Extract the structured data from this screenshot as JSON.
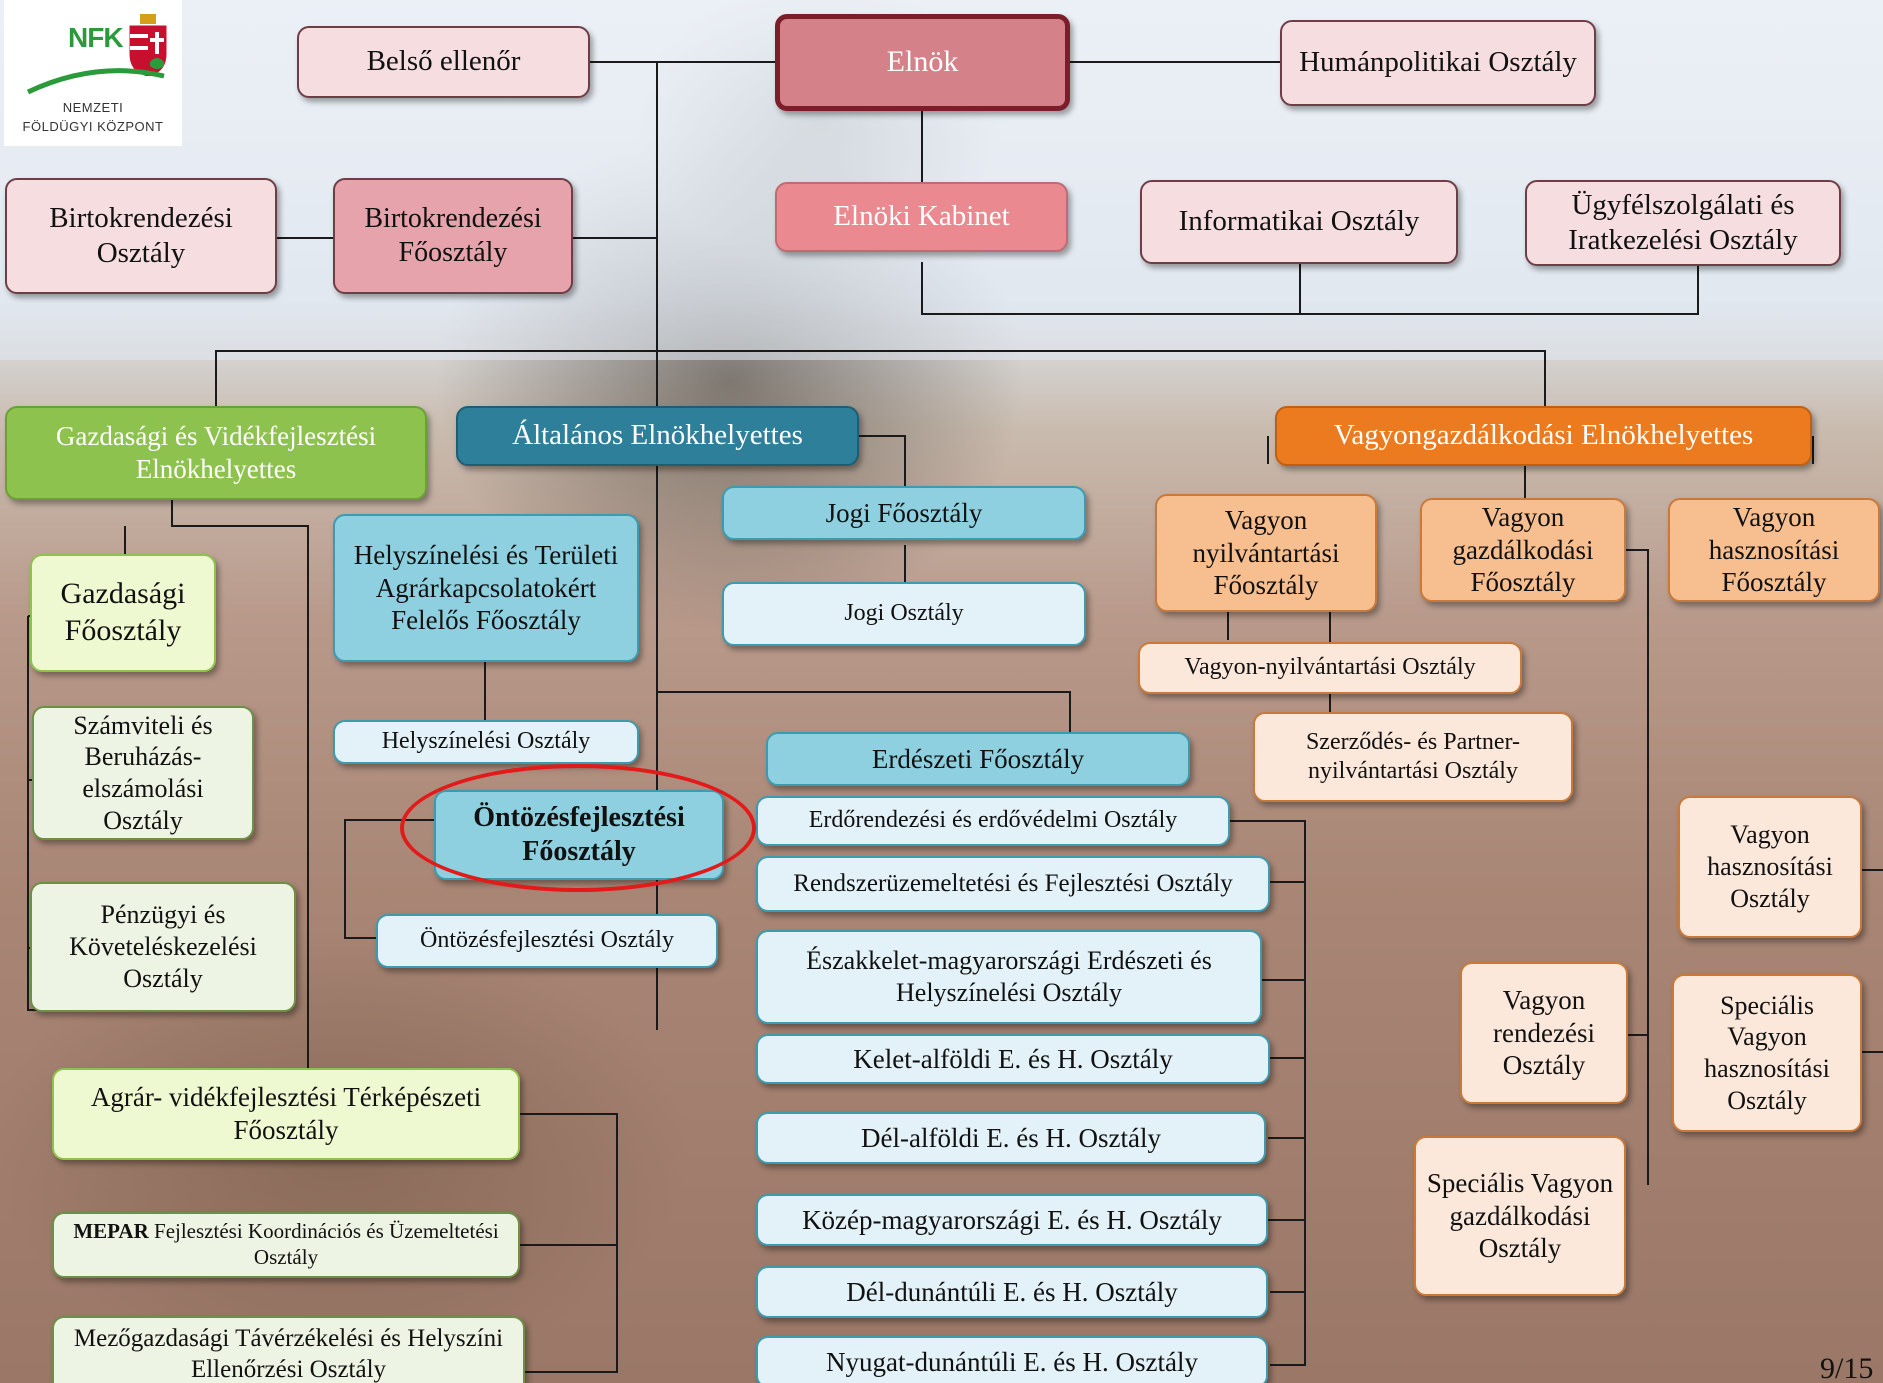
{
  "logo": {
    "brand": "NFK",
    "line1": "NEMZETI",
    "line2": "FÖLDÜGYI KÖZPONT",
    "icon": "hungarian-coat-of-arms-icon"
  },
  "colors": {
    "president": "#d48189",
    "general_deputy": "#2e7f99",
    "economic_deputy": "#8ec24f",
    "asset_deputy": "#ec7b1f",
    "highlight_ring": "#e21a1a"
  },
  "org": {
    "elnok": "Elnök",
    "belso_ellenor": "Belső ellenőr",
    "humanpolitikai": "Humánpolitikai Osztály",
    "elnoki_kabinet": "Elnöki Kabinet",
    "informatikai": "Informatikai Osztály",
    "ugyfelszolgalati": "Ügyfélszolgálati és Iratkezelési Osztály",
    "birtok_osztaly": "Birtokrendezési Osztály",
    "birtok_foosztaly": "Birtokrendezési Főosztály",
    "gazdasagi_elnokh": "Gazdasági és Vidékfejlesztési Elnökhelyettes",
    "altalanos_elnokh": "Általános Elnökhelyettes",
    "vagyon_elnokh": "Vagyongazdálkodási Elnökhelyettes",
    "gazdasagi_foosztaly": "Gazdasági Főosztály",
    "szamviteli": "Számviteli és Beruházás-elszámolási Osztály",
    "penzugyi": "Pénzügyi és Követeléskezelési Osztály",
    "agrar_terkep": "Agrár- vidékfejlesztési Térképészeti Főosztály",
    "mepar_bold": "MEPAR",
    "mepar_rest": "Fejlesztési Koordinációs és Üzemeltetési Osztály",
    "mezogazdasagi": "Mezőgazdasági Távérzékelési és Helyszíni Ellenőrzési Osztály",
    "helyszineles_foo": "Helyszínelési és Területi Agrárkapcsolatokért Felelős Főosztály",
    "helyszineles_oszt": "Helyszínelési Osztály",
    "ontozes_foo": "Öntözésfejlesztési Főosztály",
    "ontozes_oszt": "Öntözésfejlesztési Osztály",
    "jogi_foo": "Jogi Főosztály",
    "jogi_oszt": "Jogi Osztály",
    "erdeszeti_foo": "Erdészeti Főosztály",
    "erdo_items": [
      "Erdőrendezési és erdővédelmi Osztály",
      "Rendszerüzemeltetési és Fejlesztési Osztály",
      "Északkelet-magyarországi Erdészeti és Helyszínelési Osztály",
      "Kelet-alföldi E. és H. Osztály",
      "Dél-alföldi E. és H.  Osztály",
      "Közép-magyarországi E. és H. Osztály",
      "Dél-dunántúli E. és H. Osztály",
      "Nyugat-dunántúli E. és H. Osztály"
    ],
    "vagyon_nyilv_foo": "Vagyon nyilvántartási Főosztály",
    "vagyon_gazd_foo": "Vagyon gazdálkodási Főosztály",
    "vagyon_haszn_foo": "Vagyon hasznosítási Főosztály",
    "vagyon_nyilv_oszt": "Vagyon-nyilvántartási Osztály",
    "szerzodes": "Szerződés- és Partner-nyilvántartási Osztály",
    "vagyon_haszn_oszt": "Vagyon hasznosítási Osztály",
    "vagyon_rendezesi": "Vagyon rendezési Osztály",
    "specialis_haszn": "Speciális Vagyon hasznosítási Osztály",
    "specialis_gazd": "Speciális Vagyon gazdálkodási Osztály"
  },
  "page_number": "9/15"
}
